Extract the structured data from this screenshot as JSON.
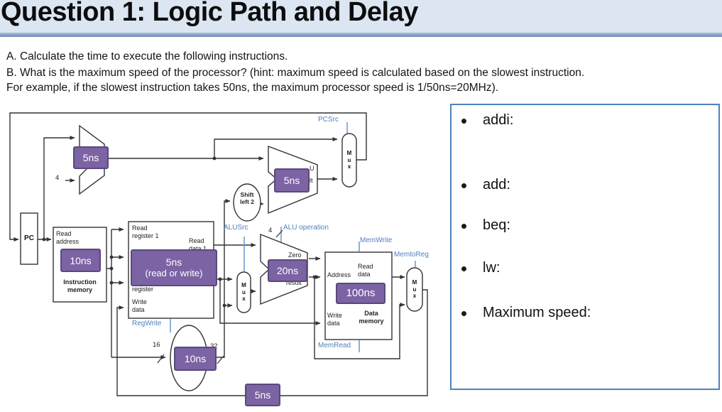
{
  "header": {
    "title": "Question 1: Logic Path and Delay"
  },
  "instructions": {
    "line_a": "A. Calculate the time to execute the following instructions.",
    "line_b1": "B. What is the maximum speed of the processor? (hint: maximum speed is calculated based on the slowest instruction.",
    "line_b2": "For example, if the slowest instruction takes 50ns, the maximum processor speed is 1/50ns=20MHz)."
  },
  "answer_panel": {
    "items": [
      "addi:",
      "add:",
      "beq:",
      "lw:",
      "Maximum speed:"
    ]
  },
  "diagram": {
    "pc": "PC",
    "mux": "M\nu\nx",
    "pcsrc": "PCSrc",
    "pc_adder": {
      "delay": "5ns",
      "increment": "4"
    },
    "branch_adder": {
      "delay": "5ns",
      "remnant_top": "U",
      "remnant_bottom": "lt"
    },
    "shift": "Shift\nleft 2",
    "instruction_memory": {
      "title": "Instruction\nmemory",
      "read_address": "Read\naddress",
      "delay": "10ns"
    },
    "registers": {
      "read_register1": "Read\nregister 1",
      "read_data1_a": "Read",
      "read_data1_b": "data 1",
      "write_register_remnant": "register",
      "write_data": "Write\ndata",
      "delay": "5ns",
      "delay_note": "(read or write)",
      "regwrite": "RegWrite"
    },
    "alu": {
      "delay": "20ns",
      "zero": "Zero",
      "result_remnant": "result",
      "alusrc": "ALUSrc",
      "op_width": "4",
      "operation": "ALU operation"
    },
    "sign_extend": {
      "delay": "10ns",
      "in_width": "16",
      "out_width": "32"
    },
    "data_memory": {
      "title": "Data\nmemory",
      "address": "Address",
      "read_data_a": "Read",
      "read_data_b": "data",
      "write_data": "Write\ndata",
      "delay": "100ns",
      "memwrite": "MemWrite",
      "memread": "MemRead",
      "memtoreg": "MemtoReg"
    },
    "writeback_delay": "5ns"
  },
  "colors": {
    "control_blue": "#4f81bd",
    "delay_purple": "#7b63a4",
    "header_bg": "#dbe6f2",
    "header_rule": "#7e99c4",
    "wire": "#333333"
  }
}
